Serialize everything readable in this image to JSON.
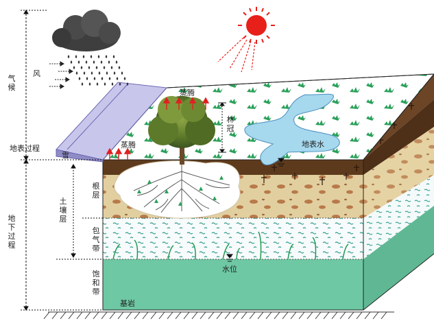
{
  "labels": {
    "climate": "气候",
    "wind": "风",
    "surface_process": "地表过程",
    "subsurface_process": "地下过程",
    "snow": "雪",
    "evaporation_top": "蒸腾",
    "evaporation_left": "蒸腾",
    "canopy": "林冠",
    "surface_water": "地表水",
    "root_layer": "根层",
    "soil_layer": "土壤层",
    "vadose_zone": "包气带",
    "saturated_zone": "饱和带",
    "water_table": "水位",
    "bedrock": "基岩"
  },
  "colors": {
    "topsoil": "#5e3a1c",
    "sand": "#e2cfa0",
    "vadose": "#f7fbfb",
    "saturated": "#6ec8a4",
    "water": "#a6d8ee",
    "snow": "#bcb9e4",
    "sun": "#e8201a",
    "grass": "#1f9a52",
    "cloud": "#555555",
    "rain": "#3a3a3a"
  },
  "icons": [
    "sun-icon",
    "cloud-icon",
    "rain-icon",
    "tree-icon",
    "grass-icon",
    "water-table-icon",
    "wind-arrow-icon"
  ]
}
